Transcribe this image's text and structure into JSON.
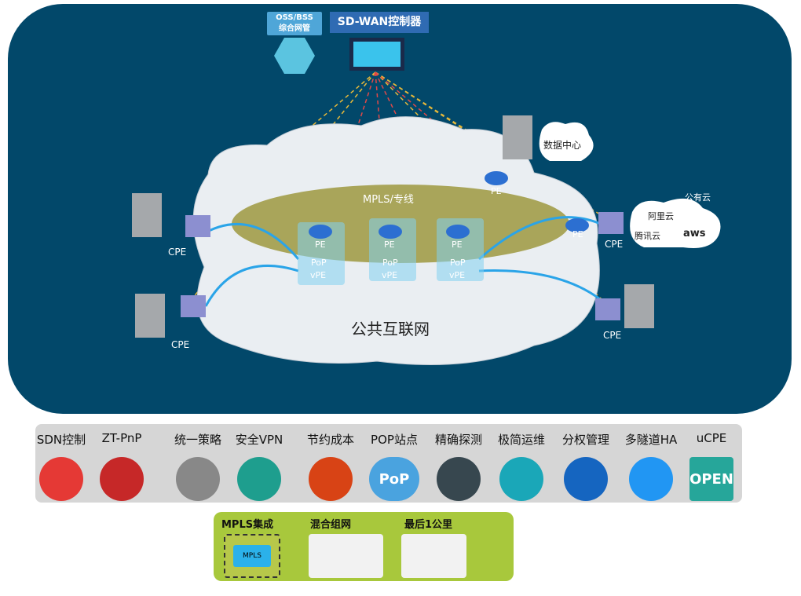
{
  "header": {
    "oss": "OSS/BSS",
    "oss2": "综合网管",
    "controller": "SD-WAN控制器"
  },
  "cloud": {
    "mpls": "MPLS/专线",
    "internet": "公共互联网",
    "datacenter": "数据中心",
    "public_cloud": "公有云",
    "aliyun": "阿里云",
    "tencent": "腾讯云",
    "aws": "aws"
  },
  "nodes": {
    "cpe": "CPE",
    "pe": "PE",
    "pop": "PoP",
    "vpe": "vPE"
  },
  "features": [
    {
      "label": "SDN控制",
      "icon": "head-bulb-icon",
      "color": "#e53935"
    },
    {
      "label": "ZT-PnP",
      "icon": "router-icon",
      "color": "#c62828"
    },
    {
      "label": "统一策略",
      "icon": "gear-q-icon",
      "color": "#888888"
    },
    {
      "label": "安全VPN",
      "icon": "shield-check-icon",
      "color": "#1e9e8e"
    },
    {
      "label": "节约成本",
      "icon": "dollar-icon",
      "color": "#d84315"
    },
    {
      "label": "POP站点",
      "icon": "pop-cloud-icon",
      "color": "#4aa3df"
    },
    {
      "label": "精确探测",
      "icon": "compass-icon",
      "color": "#37474f"
    },
    {
      "label": "极简运维",
      "icon": "hammer-icon",
      "color": "#1aa7b8"
    },
    {
      "label": "分权管理",
      "icon": "users-icon",
      "color": "#1565c0"
    },
    {
      "label": "多隧道HA",
      "icon": "sync-icon",
      "color": "#2196f3"
    },
    {
      "label": "uCPE",
      "icon": "open-icon",
      "color": "#26a69a"
    }
  ],
  "extras": {
    "mpls_int": "MPLS集成",
    "mpls_box": "MPLS",
    "hybrid": "混合组网",
    "lastmile": "最后1公里",
    "open": "OPEN",
    "pop_text": "PoP"
  }
}
